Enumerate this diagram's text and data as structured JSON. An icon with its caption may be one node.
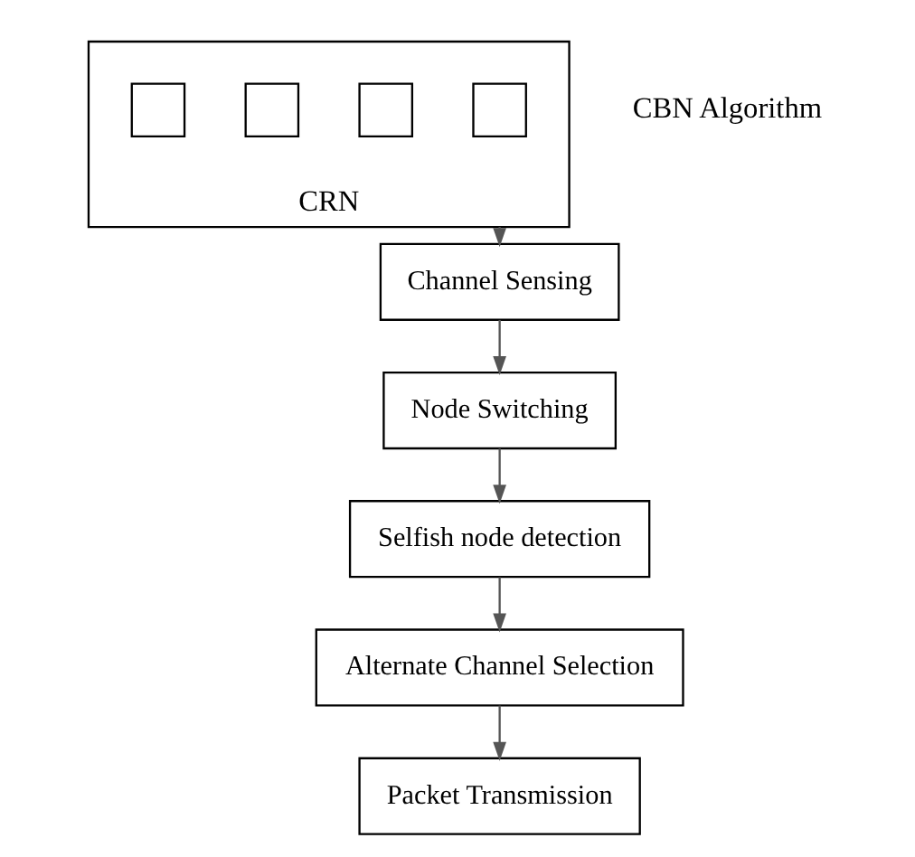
{
  "diagram": {
    "nodes": [
      {
        "text": [
          "CRN"
        ]
      },
      {
        "text": [],
        "shape": "box",
        "in": 0
      },
      {
        "text": [],
        "shape": "box",
        "in": 0
      },
      {
        "text": [],
        "shape": "box",
        "in": 0
      },
      {
        "text": [],
        "shape": "box",
        "in": 0
      },
      {
        "text": [
          "Channel Sensing"
        ]
      },
      {
        "text": [
          "Node Switching"
        ]
      },
      {
        "text": [
          "Selfish node detection"
        ]
      },
      {
        "text": [
          "Alternate Channel Selection"
        ]
      },
      {
        "text": [
          "Packet Transmission"
        ]
      }
    ],
    "edges": [
      {
        "from": 0,
        "to": 5,
        "arrow": "to"
      },
      {
        "from": 5,
        "to": 6,
        "arrow": "to"
      },
      {
        "from": 6,
        "to": 7,
        "arrow": "to"
      },
      {
        "from": 7,
        "to": 8,
        "arrow": "to"
      },
      {
        "from": 8,
        "to": 9,
        "arrow": "to"
      }
    ],
    "labels": [
      "CBN Algorithm"
    ]
  }
}
